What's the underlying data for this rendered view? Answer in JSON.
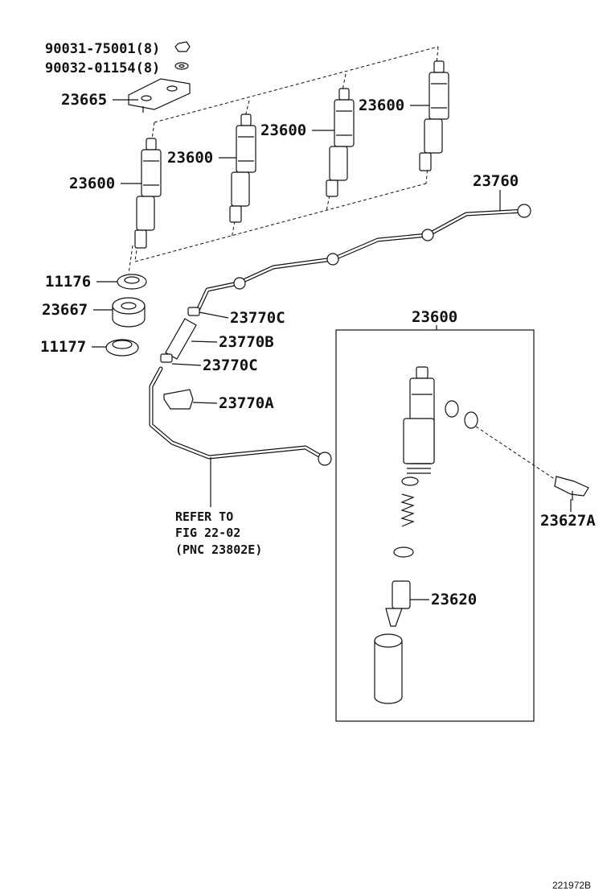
{
  "labels": {
    "nut": "90031-75001(8)",
    "washer": "90032-01154(8)",
    "clamp": "23665",
    "injector_1": "23600",
    "injector_2": "23600",
    "injector_3": "23600",
    "injector_4": "23600",
    "fuel_pipe": "23760",
    "gasket_upper": "11176",
    "insulator": "23667",
    "gasket_lower": "11177",
    "hose_clamp_top": "23770C",
    "hose": "23770B",
    "hose_clamp_bottom": "23770C",
    "bracket": "23770A",
    "detail_injector": "23600",
    "bolt": "23627A",
    "nozzle": "23620"
  },
  "reference_note": [
    "REFER TO",
    "FIG 22-02",
    "(PNC 23802E)"
  ],
  "figure_code": "221972B"
}
